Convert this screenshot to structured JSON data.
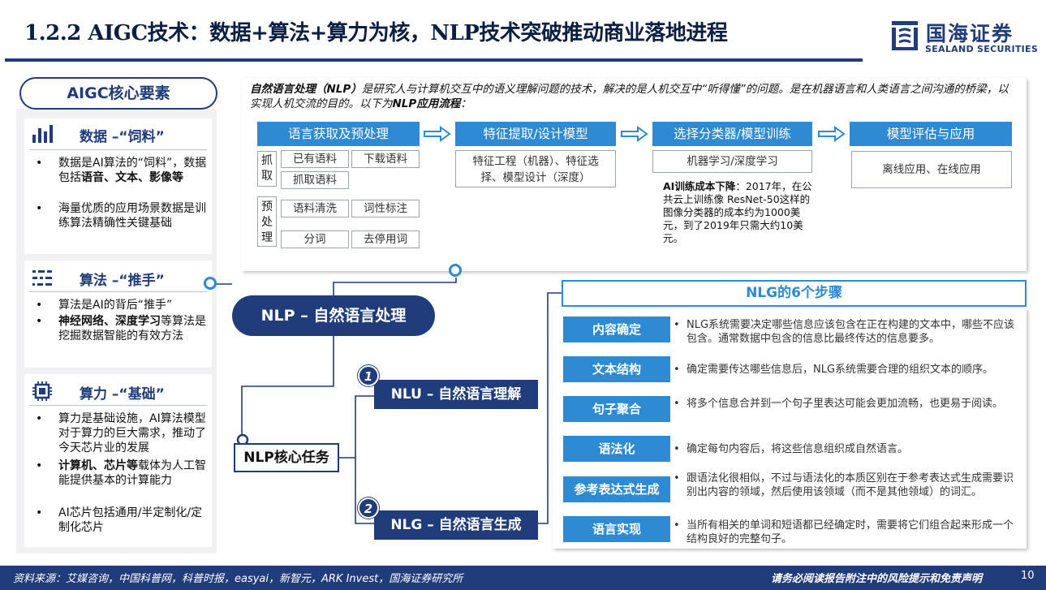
{
  "header": {
    "title": "1.2.2 AIGC技术：数据+算法+算力为核，NLP技术突破推动商业落地进程",
    "logo_cn": "国海证券",
    "logo_en": "SEALAND SECURITIES"
  },
  "left": {
    "title": "AIGC核心要素",
    "cards": [
      {
        "title": "数据 –“饲料”",
        "icon": "bar-chart-icon",
        "bullets": [
          {
            "pre": "数据是AI算法的“饲料”，数据包括",
            "bold": "语音、文本、影像等",
            "post": ""
          },
          {
            "pre": "",
            "bold": "海量优质的应用场景数据是训练算法精确性关键基础",
            "post": ""
          }
        ]
      },
      {
        "title": "算法 –“推手”",
        "icon": "algorithm-icon",
        "bullets": [
          {
            "pre": "算法是AI的背后“推手”",
            "bold": "",
            "post": ""
          },
          {
            "pre": "",
            "bold": "神经网络、深度学习",
            "post": "等算法是挖掘数据智能的有效方法"
          }
        ]
      },
      {
        "title": "算力 –“基础”",
        "icon": "chip-icon",
        "bullets": [
          {
            "pre": "算力是基础设施，AI算法模型对于算力的巨大需求，推动了今天芯片业的发展",
            "bold": "",
            "post": ""
          },
          {
            "pre": "",
            "bold": "计算机、芯片等",
            "post": "载体为人工智能提供基本的计算能力"
          },
          {
            "pre": "AI芯片包括通用/半定制化/定制化芯片",
            "bold": "",
            "post": ""
          }
        ]
      }
    ]
  },
  "intro": {
    "bold1": "自然语言处理（NLP）",
    "text1": "是研究人与计算机交互中的语义理解问题的技术，解决的是人机交互中“听得懂”的问题。是在机器语言和人类语言之间沟通的桥梁，以实现人机交流的目的。以下为",
    "bold2": "NLP应用流程",
    "text2": "："
  },
  "flow": {
    "stages": [
      "语言获取及预处理",
      "特征提取/设计模型",
      "选择分类器/模型训练",
      "模型评估与应用"
    ],
    "grab_label": "抓取",
    "grab_items": [
      "已有语料",
      "下载语料",
      "抓取语料"
    ],
    "pre_label": "预处理",
    "pre_items": [
      "语料清洗",
      "词性标注",
      "分词",
      "去停用词"
    ],
    "feature": "特征工程（机器）、特征选择、模型设计（深度）",
    "classifier": "机器学习/深度学习",
    "cost_bold": "AI训练成本下降",
    "cost_text": "：2017年，在公共云上训练像 ResNet-50这样的图像分类器的成本约为1000美元，到了2019年只需大约10美元。",
    "evaluate": "离线应用、在线应用"
  },
  "center": {
    "nlp": "NLP – 自然语言处理",
    "core": "NLP核心任务",
    "nlu_num": "1",
    "nlu": "NLU – 自然语言理解",
    "nlg_num": "2",
    "nlg": "NLG – 自然语言生成"
  },
  "nlg_steps": {
    "title": "NLG的6个步骤",
    "steps": [
      {
        "name": "内容确定",
        "desc": "NLG系统需要决定哪些信息应该包含在正在构建的文本中，哪些不应该包含。通常数据中包含的信息比最终传达的信息要多。"
      },
      {
        "name": "文本结构",
        "desc": "确定需要传达哪些信息后，NLG系统需要合理的组织文本的顺序。"
      },
      {
        "name": "句子聚合",
        "desc": "将多个信息合并到一个句子里表达可能会更加流畅，也更易于阅读。"
      },
      {
        "name": "语法化",
        "desc": "确定每句内容后，将这些信息组织成自然语言。"
      },
      {
        "name": "参考表达式生成",
        "desc": "跟语法化很相似，不过与语法化的本质区别在于参考表达式生成需要识别出内容的领域，然后使用该领域（而不是其他领域）的词汇。"
      },
      {
        "name": "语言实现",
        "desc": "当所有相关的单词和短语都已经确定时，需要将它们组合起来形成一个结构良好的完整句子。"
      }
    ]
  },
  "footer": {
    "source": "资料来源：艾媒咨询，中国科普网，科普时报，easyai，新智元，ARK Invest，国海证券研究所",
    "disclaimer": "请务必阅读报告附注中的风险提示和免责声明",
    "page": "10"
  },
  "colors": {
    "navy": "#213c7b",
    "blue": "#2e8ad2",
    "panel": "#f1f1f3"
  }
}
